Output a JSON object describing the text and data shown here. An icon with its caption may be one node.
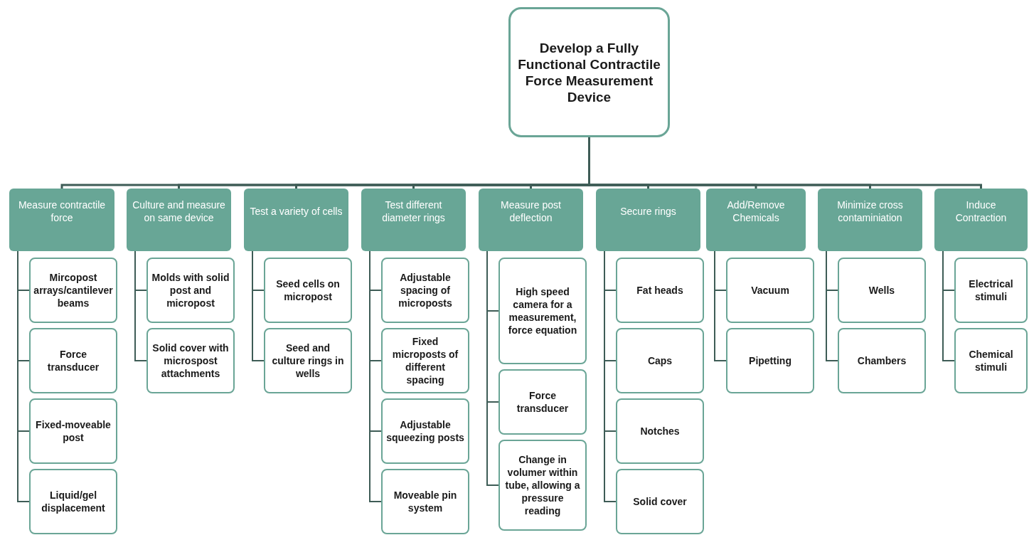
{
  "diagram": {
    "nodes": [
      {
        "text": [
          "Develop a Fully Functional Contractile Force Measurement Device"
        ]
      },
      {
        "text": [
          "Measure contractile force"
        ]
      },
      {
        "text": [
          "Mircopost arrays/cantilever beams"
        ]
      },
      {
        "text": [
          "Force transducer"
        ]
      },
      {
        "text": [
          "Fixed-moveable post"
        ]
      },
      {
        "text": [
          "Liquid/gel displacement"
        ]
      },
      {
        "text": [
          "Culture and measure on same device"
        ]
      },
      {
        "text": [
          "Molds with solid post and micropost"
        ]
      },
      {
        "text": [
          "Solid cover with microspost attachments"
        ]
      },
      {
        "text": [
          "Test a variety of cells"
        ]
      },
      {
        "text": [
          "Seed cells on micropost"
        ]
      },
      {
        "text": [
          "Seed and culture rings in wells"
        ]
      },
      {
        "text": [
          "Test different diameter rings"
        ]
      },
      {
        "text": [
          "Adjustable spacing of microposts"
        ]
      },
      {
        "text": [
          "Fixed microposts of different spacing"
        ]
      },
      {
        "text": [
          "Adjustable squeezing posts"
        ]
      },
      {
        "text": [
          "Moveable pin system"
        ]
      },
      {
        "text": [
          "Measure post deflection"
        ]
      },
      {
        "text": [
          "High speed camera for a measurement, force equation"
        ]
      },
      {
        "text": [
          "Force transducer"
        ]
      },
      {
        "text": [
          "Change in volumer within tube, allowing a pressure reading"
        ]
      },
      {
        "text": [
          "Secure rings"
        ]
      },
      {
        "text": [
          "Fat heads"
        ]
      },
      {
        "text": [
          "Caps"
        ]
      },
      {
        "text": [
          "Notches"
        ]
      },
      {
        "text": [
          "Solid cover"
        ]
      },
      {
        "text": [
          "Add/Remove Chemicals"
        ]
      },
      {
        "text": [
          "Vacuum"
        ]
      },
      {
        "text": [
          "Pipetting"
        ]
      },
      {
        "text": [
          "Minimize cross contaminiation"
        ]
      },
      {
        "text": [
          "Wells"
        ]
      },
      {
        "text": [
          "Chambers"
        ]
      },
      {
        "text": [
          "Induce Contraction"
        ]
      },
      {
        "text": [
          "Electrical stimuli"
        ]
      },
      {
        "text": [
          "Chemical stimuli"
        ]
      }
    ],
    "edges": [
      {
        "from": 0,
        "to": 1,
        "arrow": "none"
      },
      {
        "from": 0,
        "to": 6,
        "arrow": "none"
      },
      {
        "from": 0,
        "to": 9,
        "arrow": "none"
      },
      {
        "from": 0,
        "to": 12,
        "arrow": "none"
      },
      {
        "from": 0,
        "to": 17,
        "arrow": "none"
      },
      {
        "from": 0,
        "to": 21,
        "arrow": "none"
      },
      {
        "from": 0,
        "to": 26,
        "arrow": "none"
      },
      {
        "from": 0,
        "to": 29,
        "arrow": "none"
      },
      {
        "from": 0,
        "to": 32,
        "arrow": "none"
      },
      {
        "from": 1,
        "to": 2,
        "arrow": "none"
      },
      {
        "from": 1,
        "to": 3,
        "arrow": "none"
      },
      {
        "from": 1,
        "to": 4,
        "arrow": "none"
      },
      {
        "from": 1,
        "to": 5,
        "arrow": "none"
      },
      {
        "from": 6,
        "to": 7,
        "arrow": "none"
      },
      {
        "from": 6,
        "to": 8,
        "arrow": "none"
      },
      {
        "from": 9,
        "to": 10,
        "arrow": "none"
      },
      {
        "from": 9,
        "to": 11,
        "arrow": "none"
      },
      {
        "from": 12,
        "to": 13,
        "arrow": "none"
      },
      {
        "from": 12,
        "to": 14,
        "arrow": "none"
      },
      {
        "from": 12,
        "to": 15,
        "arrow": "none"
      },
      {
        "from": 12,
        "to": 16,
        "arrow": "none"
      },
      {
        "from": 17,
        "to": 18,
        "arrow": "none"
      },
      {
        "from": 17,
        "to": 19,
        "arrow": "none"
      },
      {
        "from": 17,
        "to": 20,
        "arrow": "none"
      },
      {
        "from": 21,
        "to": 22,
        "arrow": "none"
      },
      {
        "from": 21,
        "to": 23,
        "arrow": "none"
      },
      {
        "from": 21,
        "to": 24,
        "arrow": "none"
      },
      {
        "from": 21,
        "to": 25,
        "arrow": "none"
      },
      {
        "from": 26,
        "to": 27,
        "arrow": "none"
      },
      {
        "from": 26,
        "to": 28,
        "arrow": "none"
      },
      {
        "from": 29,
        "to": 30,
        "arrow": "none"
      },
      {
        "from": 29,
        "to": 31,
        "arrow": "none"
      },
      {
        "from": 32,
        "to": 33,
        "arrow": "none"
      },
      {
        "from": 32,
        "to": 34,
        "arrow": "none"
      }
    ]
  }
}
